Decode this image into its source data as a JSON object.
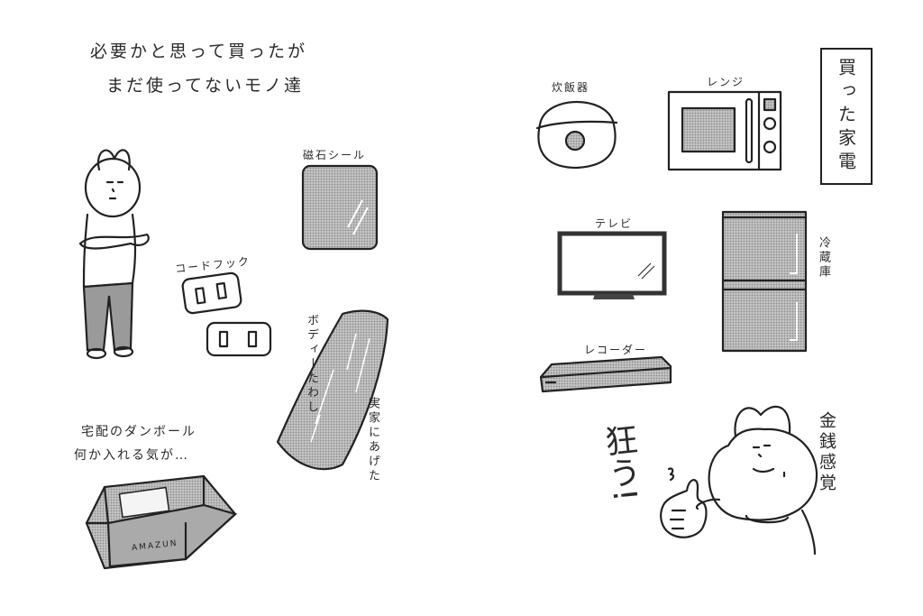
{
  "left_page": {
    "heading": {
      "line1": "必要かと思って買ったが",
      "line2": "まだ使ってないモノ達"
    },
    "items": [
      {
        "label": "磁石シール"
      },
      {
        "label": "コードフック"
      },
      {
        "label": "ボディーたわし",
        "note": "実家にあげた"
      },
      {
        "label": "宅配のダンボール",
        "note": "何か入れる気が…",
        "box_text": "AMAZUN"
      }
    ]
  },
  "right_page": {
    "heading": "買った家電",
    "items": [
      {
        "label": "炊飯器"
      },
      {
        "label": "レンジ"
      },
      {
        "label": "テレビ"
      },
      {
        "label": "冷蔵庫"
      },
      {
        "label": "レコーダー"
      }
    ],
    "exclamation": "狂う!",
    "caption": "金銭感覚"
  },
  "colors": {
    "background": "#ffffff",
    "ink": "#222222",
    "tone_gray": "#9a9a9a"
  }
}
